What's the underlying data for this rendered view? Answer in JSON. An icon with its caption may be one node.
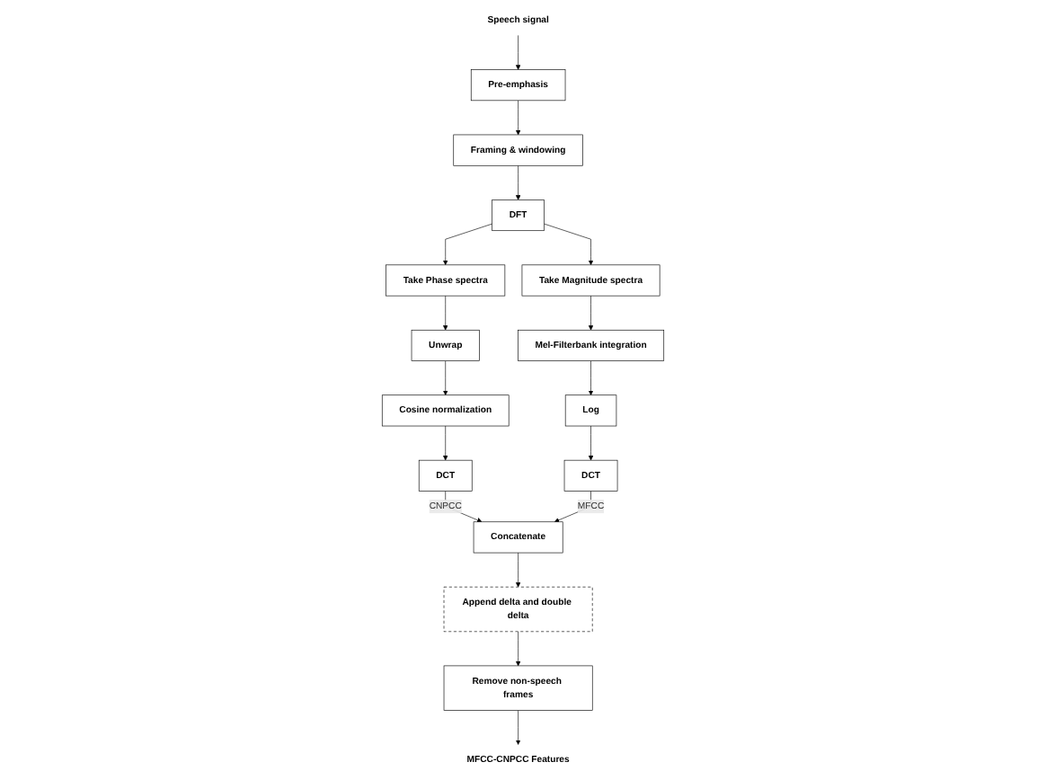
{
  "diagram": {
    "nodes": [
      {
        "text": [
          "Speech signal"
        ]
      },
      {
        "text": [
          "Pre-emphasis"
        ]
      },
      {
        "text": [
          "Framing & windowing"
        ]
      },
      {
        "text": [
          "DFT"
        ]
      },
      {
        "text": [
          "Take Phase spectra"
        ]
      },
      {
        "text": [
          "Take Magnitude spectra"
        ]
      },
      {
        "text": [
          "Unwrap"
        ]
      },
      {
        "text": [
          "Mel-Filterbank integration"
        ]
      },
      {
        "text": [
          "Cosine normalization"
        ]
      },
      {
        "text": [
          "Log"
        ]
      },
      {
        "text": [
          "DCT"
        ]
      },
      {
        "text": [
          "DCT"
        ]
      },
      {
        "text": [
          "Concatenate"
        ]
      },
      {
        "text": [
          "Append delta and double delta"
        ]
      },
      {
        "text": [
          "Remove non-speech frames"
        ]
      },
      {
        "text": [
          "MFCC-CNPCC Features"
        ]
      }
    ],
    "edges": [
      {
        "from": 0,
        "to": 1,
        "arrow": "to"
      },
      {
        "from": 1,
        "to": 2,
        "arrow": "to"
      },
      {
        "from": 2,
        "to": 3,
        "arrow": "to"
      },
      {
        "from": 3,
        "to": 4,
        "arrow": "to"
      },
      {
        "from": 3,
        "to": 5,
        "arrow": "to"
      },
      {
        "from": 4,
        "to": 6,
        "arrow": "to"
      },
      {
        "from": 5,
        "to": 7,
        "arrow": "to"
      },
      {
        "from": 6,
        "to": 8,
        "arrow": "to"
      },
      {
        "from": 7,
        "to": 9,
        "arrow": "to"
      },
      {
        "from": 8,
        "to": 10,
        "arrow": "to"
      },
      {
        "from": 9,
        "to": 11,
        "arrow": "to"
      },
      {
        "from": 10,
        "to": 12,
        "arrow": "to",
        "label": "CNPCC"
      },
      {
        "from": 11,
        "to": 12,
        "arrow": "to",
        "label": "MFCC"
      },
      {
        "from": 12,
        "to": 13,
        "arrow": "to"
      },
      {
        "from": 13,
        "to": 14,
        "arrow": "to"
      },
      {
        "from": 14,
        "to": 15,
        "arrow": "to"
      }
    ]
  }
}
